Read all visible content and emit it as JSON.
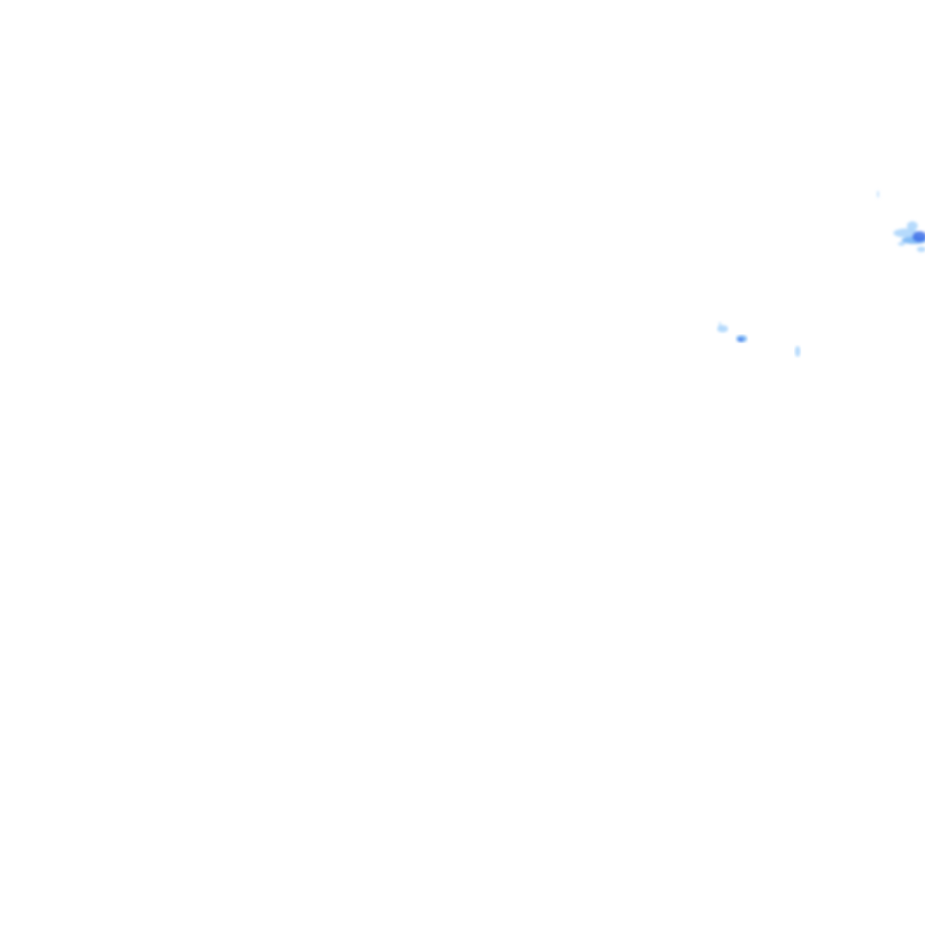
{
  "map": {
    "type": "precipitation-radar-tile",
    "background_color": "#ffffff",
    "colors": {
      "light": "#a8d4fb",
      "medium": "#6fb0f5",
      "heavy": "#3d6fe8"
    },
    "echoes": [
      {
        "id": "northeast-cluster",
        "intensity": "medium"
      },
      {
        "id": "central-small-1",
        "intensity": "light"
      },
      {
        "id": "central-small-2",
        "intensity": "heavy"
      },
      {
        "id": "central-small-3",
        "intensity": "light"
      }
    ]
  }
}
